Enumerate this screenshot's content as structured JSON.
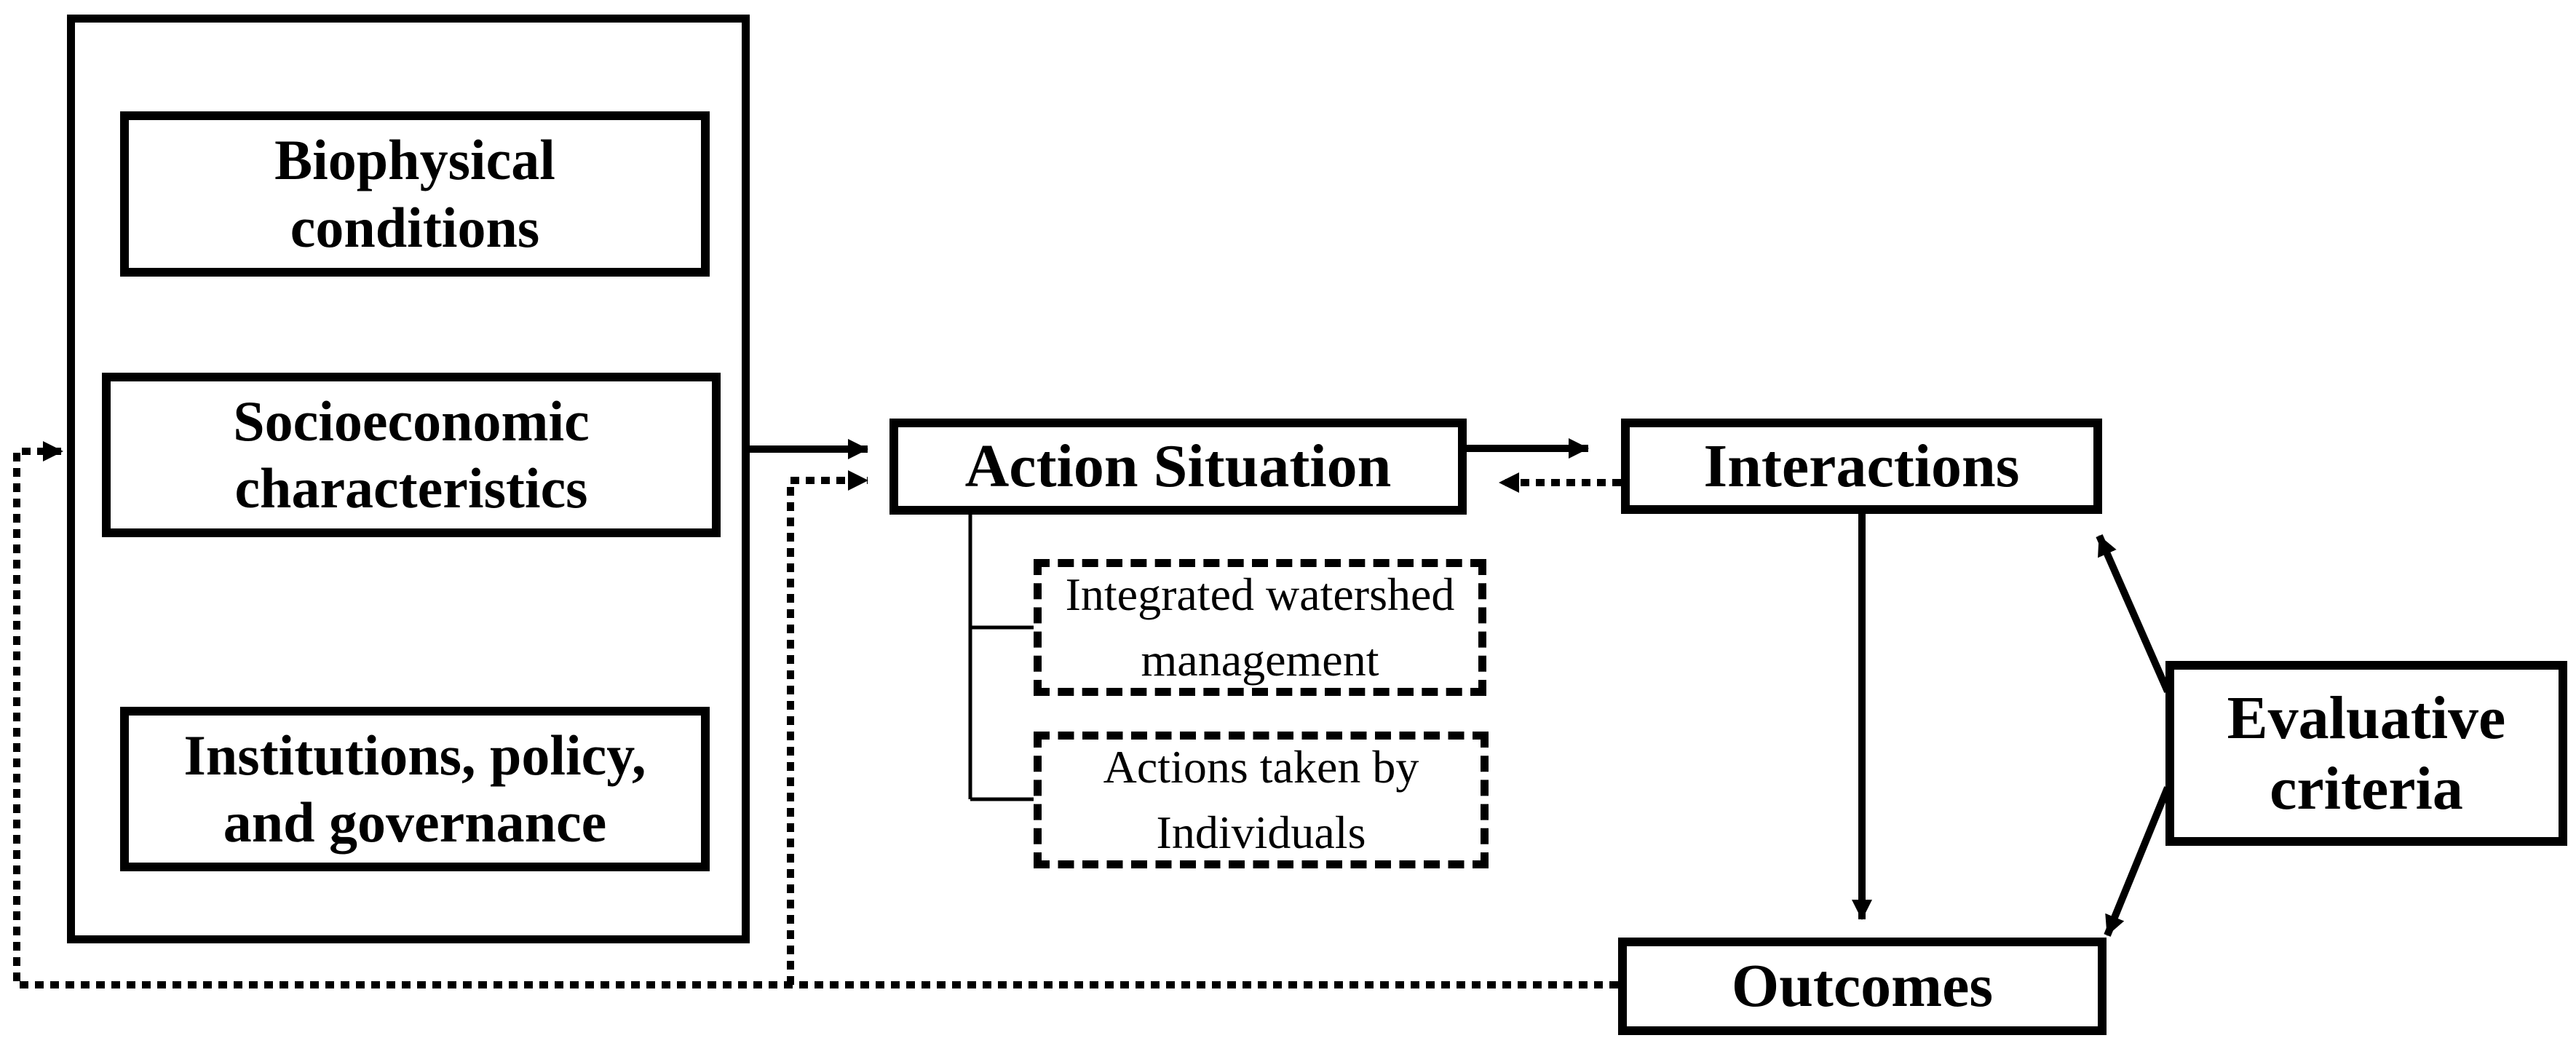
{
  "colors": {
    "background": "#ffffff",
    "stroke": "#000000"
  },
  "boxes": {
    "biophysical": {
      "label": "Biophysical\nconditions"
    },
    "socioeconomic": {
      "label": "Socioeconomic\ncharacteristics"
    },
    "institutions": {
      "label": "Institutions, policy,\nand governance"
    },
    "action_situation": {
      "label": "Action Situation"
    },
    "integrated_watershed": {
      "label": "Integrated watershed\nmanagement"
    },
    "actions_individuals": {
      "label": "Actions taken by\nIndividuals"
    },
    "interactions": {
      "label": "Interactions"
    },
    "outcomes": {
      "label": "Outcomes"
    },
    "evaluative": {
      "label": "Evaluative\ncriteria"
    }
  }
}
